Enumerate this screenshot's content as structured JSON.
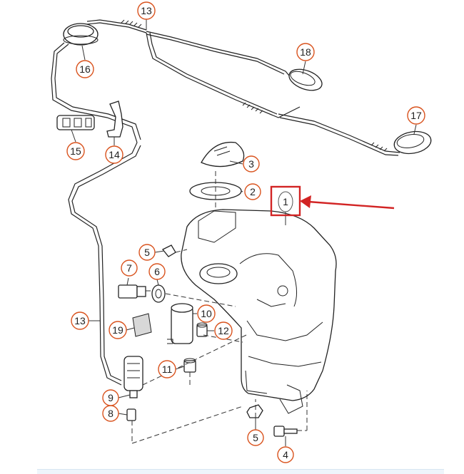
{
  "callouts": {
    "c1": "1",
    "c2": "2",
    "c3": "3",
    "c4": "4",
    "c5a": "5",
    "c5b": "5",
    "c6": "6",
    "c7": "7",
    "c8": "8",
    "c9": "9",
    "c10": "10",
    "c11": "11",
    "c12": "12",
    "c13a": "13",
    "c13b": "13",
    "c14": "14",
    "c15": "15",
    "c16": "16",
    "c17": "17",
    "c18": "18",
    "c19": "19"
  },
  "colors": {
    "callout_stroke": "#d9531e",
    "highlight": "#d22424",
    "line": "#222222"
  }
}
